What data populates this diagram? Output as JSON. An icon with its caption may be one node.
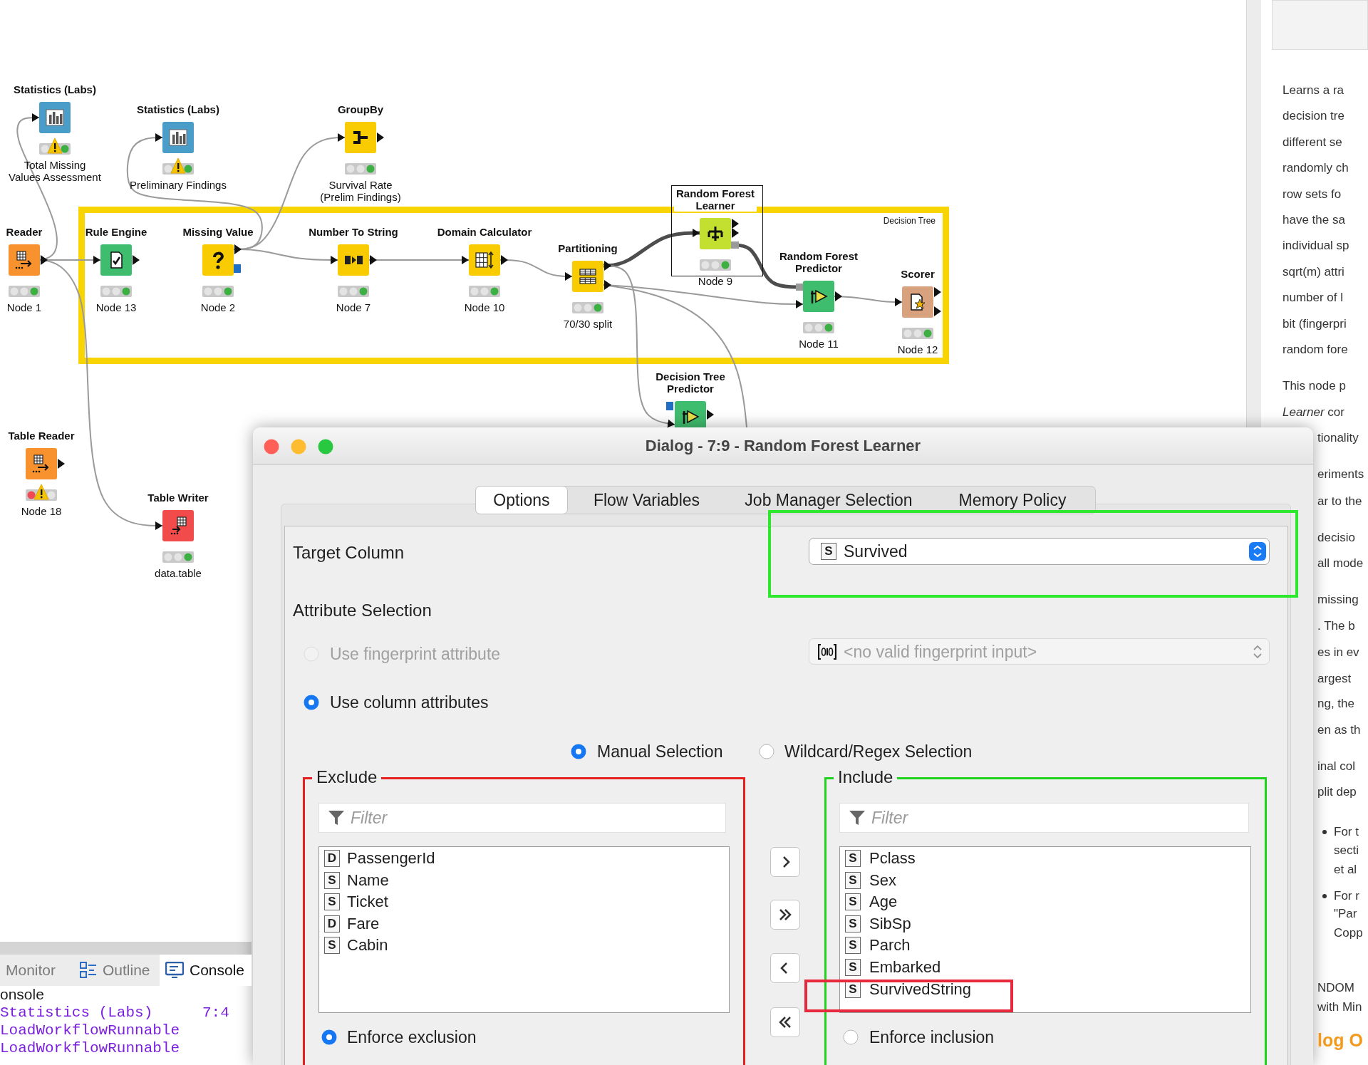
{
  "diagram": {
    "nodes": [
      {
        "text": [
          "Statistics (Labs)",
          "Total Missing Values Assessment"
        ]
      },
      {
        "text": [
          "Statistics (Labs)",
          "Preliminary Findings"
        ]
      },
      {
        "text": [
          "GroupBy",
          "Survival Rate (Prelim Findings)"
        ]
      },
      {
        "text": [
          "Decision Tree"
        ]
      },
      {
        "text": [
          "Reader",
          "Node 1"
        ]
      },
      {
        "text": [
          "Rule Engine",
          "Node 13"
        ],
        "in": 3
      },
      {
        "text": [
          "Missing Value",
          "Node 2"
        ],
        "in": 3
      },
      {
        "text": [
          "Number To String",
          "Node 7"
        ],
        "in": 3
      },
      {
        "text": [
          "Domain Calculator",
          "Node 10"
        ],
        "in": 3
      },
      {
        "text": [
          "Partitioning",
          "70/30 split"
        ],
        "in": 3
      },
      {
        "text": [
          "Random Forest Learner",
          "Node 9"
        ],
        "in": 3
      },
      {
        "text": [
          "Random Forest Predictor",
          "Node 11"
        ],
        "in": 3
      },
      {
        "text": [
          "Scorer",
          "Node 12"
        ],
        "in": 3
      },
      {
        "text": [
          "Decision Tree Predictor"
        ]
      },
      {
        "text": [
          "Table Reader",
          "Node 18"
        ]
      },
      {
        "text": [
          "Table Writer",
          "data.table"
        ]
      },
      {
        "text": [
          "Dialog - 7:9 - Random Forest Learner"
        ]
      },
      {
        "text": [
          "Exclude"
        ],
        "in": 16
      },
      {
        "text": [
          "Include"
        ],
        "in": 16
      }
    ],
    "edges": [
      {
        "from": 4,
        "to": 0,
        "arrow": "to"
      },
      {
        "from": 4,
        "to": 5,
        "arrow": "to"
      },
      {
        "from": 4,
        "to": 15,
        "arrow": "to"
      },
      {
        "from": 6,
        "to": 1,
        "arrow": "to"
      },
      {
        "from": 6,
        "to": 2,
        "arrow": "to"
      },
      {
        "from": 6,
        "to": 7,
        "arrow": "to"
      },
      {
        "from": 7,
        "to": 8,
        "arrow": "to"
      },
      {
        "from": 8,
        "to": 9,
        "arrow": "to"
      },
      {
        "from": 9,
        "to": 10,
        "arrow": "to",
        "style": "thick",
        "color": "#4d4d4d"
      },
      {
        "from": 10,
        "to": 11,
        "arrow": "other",
        "style": "thick",
        "color": "#4d4d4d"
      },
      {
        "from": 9,
        "to": 11,
        "arrow": "to"
      },
      {
        "from": 9,
        "to": 13,
        "arrow": "to"
      },
      {
        "from": 9,
        "to": 16,
        "arrow": "none"
      },
      {
        "from": 11,
        "to": 12,
        "arrow": "to"
      }
    ],
    "labels": [
      "Options",
      "Flow Variables",
      "Job Manager Selection",
      "Memory Policy",
      "Target Column",
      "S",
      "Survived",
      "Attribute Selection",
      "Use fingerprint attribute",
      "<no valid fingerprint input>",
      "Use column attributes",
      "Manual Selection",
      "Wildcard/Regex Selection",
      "Filter",
      "D",
      "PassengerId",
      "S",
      "Name",
      "S",
      "Ticket",
      "D",
      "Fare",
      "S",
      "Cabin",
      "Enforce exclusion",
      "Filter",
      "S",
      "Pclass",
      "S",
      "Sex",
      "S",
      "Age",
      "S",
      "SibSp",
      "S",
      "Parch",
      "S",
      "Embarked",
      "S",
      "SurvivedString",
      "Enforce inclusion",
      "Monitor",
      "Outline",
      "Console",
      "onsole",
      "Statistics (Labs)",
      "7:4",
      "LoadWorkflowRunnable",
      "LoadWorkflowRunnable",
      "Learns a ra",
      "decision tre",
      "different se",
      "randomly ch",
      "row sets fo",
      "have the sa",
      "individual sp",
      "sqrt(m) attri",
      "number of l",
      "bit (fingerpri",
      "random fore",
      "This node p",
      "*Learner* cor",
      "tionality",
      "eriments",
      "ar to the",
      "decisio",
      "all mode",
      "missing",
      ". The b",
      "es in ev",
      "argest",
      "ng, the",
      "en as th",
      "inal col",
      "plit dep",
      "For t",
      "secti",
      "et al",
      "For r",
      "\"Par",
      "Copp",
      "NDOM",
      "with Min",
      "log O"
    ]
  }
}
